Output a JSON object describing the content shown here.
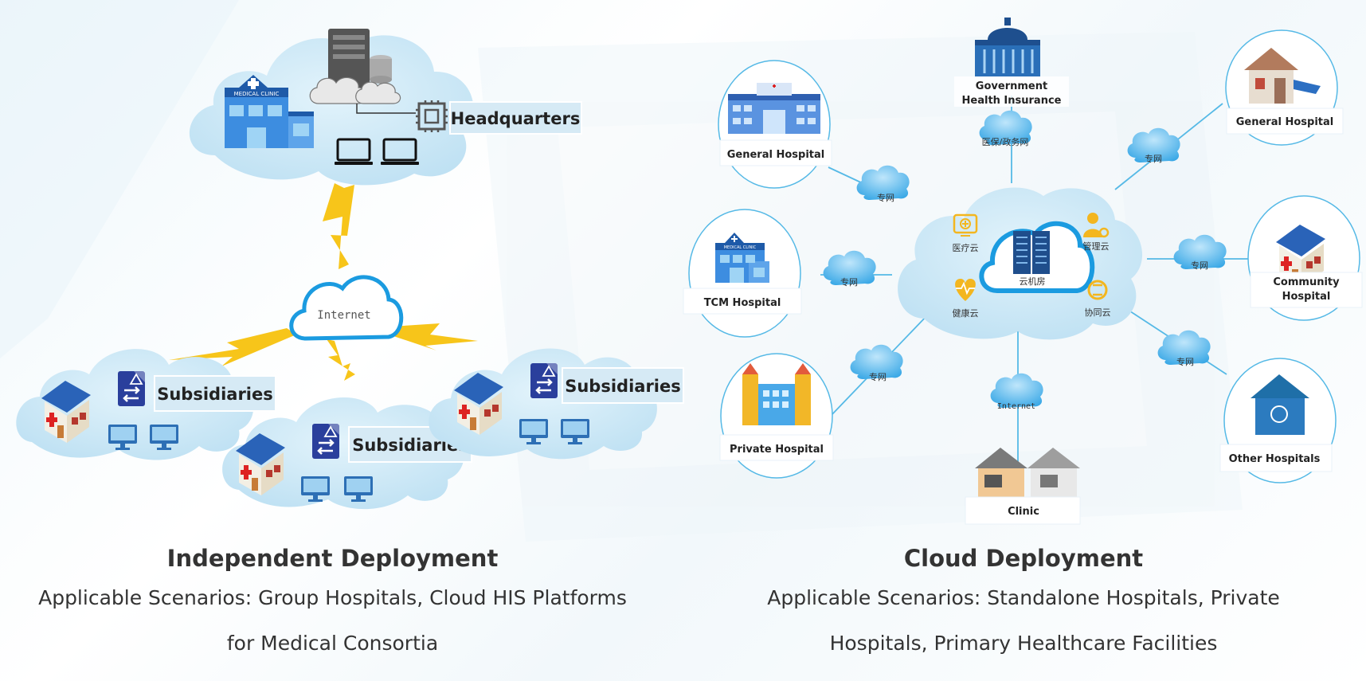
{
  "independent": {
    "headquarters_label": "Headquarters",
    "clinic_sign": "MEDICAL CLINIC",
    "internet_label": "Internet",
    "subsidiaries": [
      "Subsidiaries",
      "Subsidiaries",
      "Subsidiaries"
    ]
  },
  "cloud": {
    "center_label": "云机房",
    "services": [
      "医疗云",
      "管理云",
      "健康云",
      "协同云"
    ],
    "government_label_line1": "Government",
    "government_label_line2": "Health Insurance",
    "gov_link_label": "医保/政务网",
    "private_net_label": "专网",
    "internet_label": "Internet",
    "nodes": {
      "general_hospital_left": "General Hospital",
      "tcm_hospital": "TCM  Hospital",
      "tcm_sign": "MEDICAL CLINIC",
      "private_hospital": "Private Hospital",
      "general_hospital_right": "General Hospital",
      "community_hospital_line1": "Community",
      "community_hospital_line2": "Hospital",
      "other_hospitals": "Other Hospitals",
      "clinic": "Clinic"
    }
  },
  "captions": {
    "left_title": "Independent Deployment",
    "left_sub_line1": "Applicable Scenarios: Group Hospitals, Cloud HIS Platforms",
    "left_sub_line2": "for Medical Consortia",
    "right_title": "Cloud Deployment",
    "right_sub_line1": "Applicable Scenarios: Standalone Hospitals, Private",
    "right_sub_line2": "Hospitals, Primary Healthcare Facilities"
  },
  "colors": {
    "cloud_fill": "#c9e6f5",
    "cloud_accent": "#1b9be0",
    "lightning": "#f7c51a",
    "icon_blue": "#2a63b8",
    "service_icon": "#f3b61f",
    "line": "#55b9e6"
  }
}
